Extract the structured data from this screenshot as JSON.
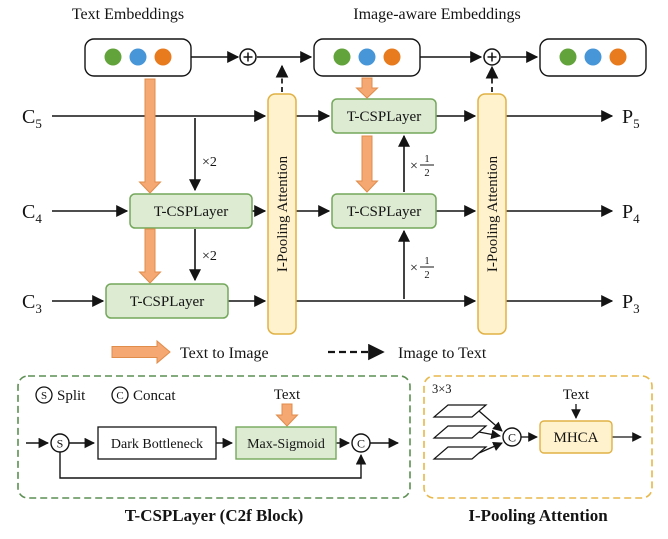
{
  "colors": {
    "green_fill": "#ddebd2",
    "green_stroke": "#74a85b",
    "yellow_fill": "#fff2cc",
    "yellow_stroke": "#e0b145",
    "orange_arrow_fill": "#f5a872",
    "orange_arrow_stroke": "#e08c4a",
    "dot_green": "#63a33c",
    "dot_blue": "#4796d8",
    "dot_orange": "#e77b1e",
    "panel_green_stroke": "#5c8f52",
    "panel_yellow_stroke": "#e8b84b",
    "white": "#ffffff"
  },
  "titles": {
    "text_embeddings": "Text Embeddings",
    "image_aware_embeddings": "Image-aware Embeddings"
  },
  "nodes": {
    "t_csplayer": "T-CSPLayer",
    "i_pooling": "I-Pooling Attention",
    "dark_bottleneck": "Dark Bottleneck",
    "max_sigmoid": "Max-Sigmoid",
    "mhca": "MHCA"
  },
  "io": {
    "c5": {
      "base": "C",
      "sub": "5"
    },
    "c4": {
      "base": "C",
      "sub": "4"
    },
    "c3": {
      "base": "C",
      "sub": "3"
    },
    "p5": {
      "base": "P",
      "sub": "5"
    },
    "p4": {
      "base": "P",
      "sub": "4"
    },
    "p3": {
      "base": "P",
      "sub": "3"
    }
  },
  "scales": {
    "x2": "×2",
    "times": "×",
    "half_num": "1",
    "half_den": "2"
  },
  "legend": {
    "text_to_image": "Text to Image",
    "image_to_text": "Image to Text"
  },
  "bottom_left": {
    "split_symbol": "S",
    "split_label": "Split",
    "concat_symbol": "C",
    "concat_label": "Concat",
    "text_label": "Text",
    "caption": "T-CSPLayer (C2f Block)"
  },
  "bottom_right": {
    "kernel": "3×3",
    "concat_symbol": "C",
    "text_label": "Text",
    "caption": "I-Pooling Attention"
  }
}
